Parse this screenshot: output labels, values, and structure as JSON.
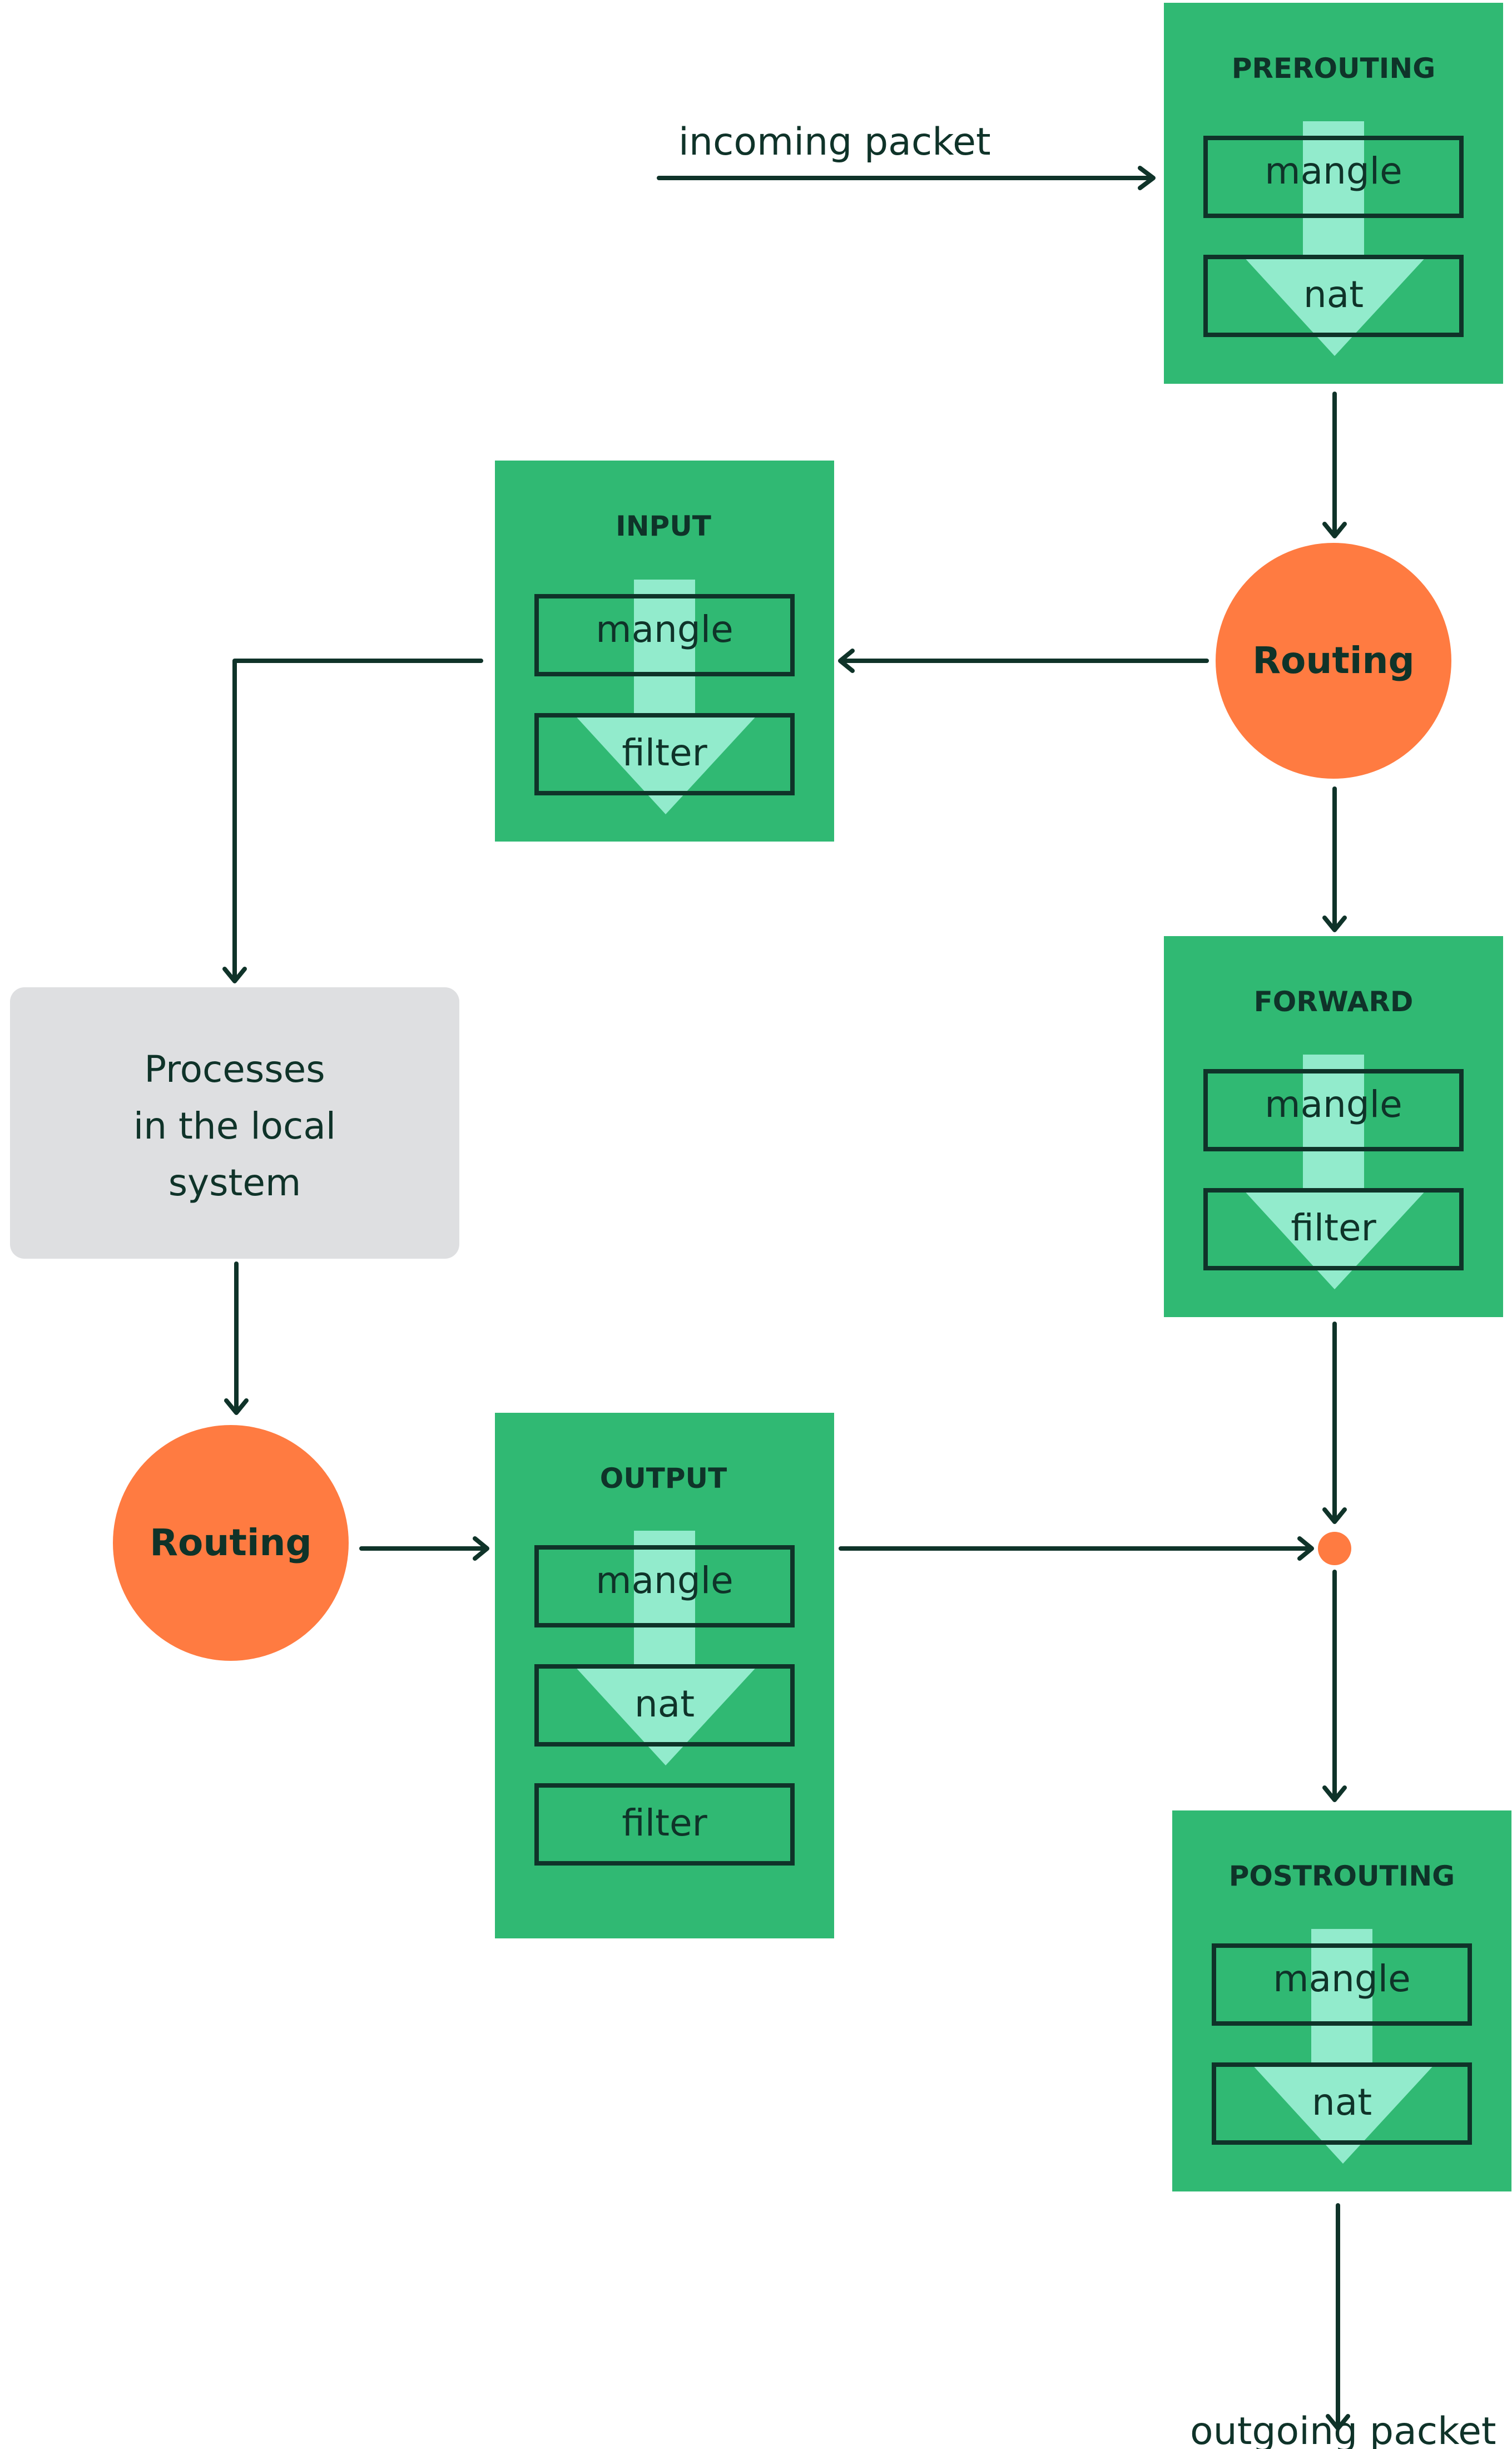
{
  "colors": {
    "chain_bg": "#30b973",
    "arrow_light": "#92ebcc",
    "stroke_dark": "#0f3329",
    "routing": "#ff7b41",
    "process_bg": "#dedfe1",
    "text_dark": "#0f3329",
    "background": "#ffffff"
  },
  "labels": {
    "incoming": "incoming packet",
    "outgoing": "outgoing packet"
  },
  "chains": {
    "prerouting": {
      "title": "PREROUTING",
      "tables": [
        "mangle",
        "nat"
      ]
    },
    "input": {
      "title": "INPUT",
      "tables": [
        "mangle",
        "filter"
      ]
    },
    "forward": {
      "title": "FORWARD",
      "tables": [
        "mangle",
        "filter"
      ]
    },
    "output": {
      "title": "OUTPUT",
      "tables": [
        "mangle",
        "nat",
        "filter"
      ]
    },
    "postrouting": {
      "title": "POSTROUTING",
      "tables": [
        "mangle",
        "nat"
      ]
    }
  },
  "routing": {
    "right": "Routing",
    "left": "Routing"
  },
  "process": {
    "lines": [
      "Processes",
      "in the local",
      "system"
    ]
  }
}
